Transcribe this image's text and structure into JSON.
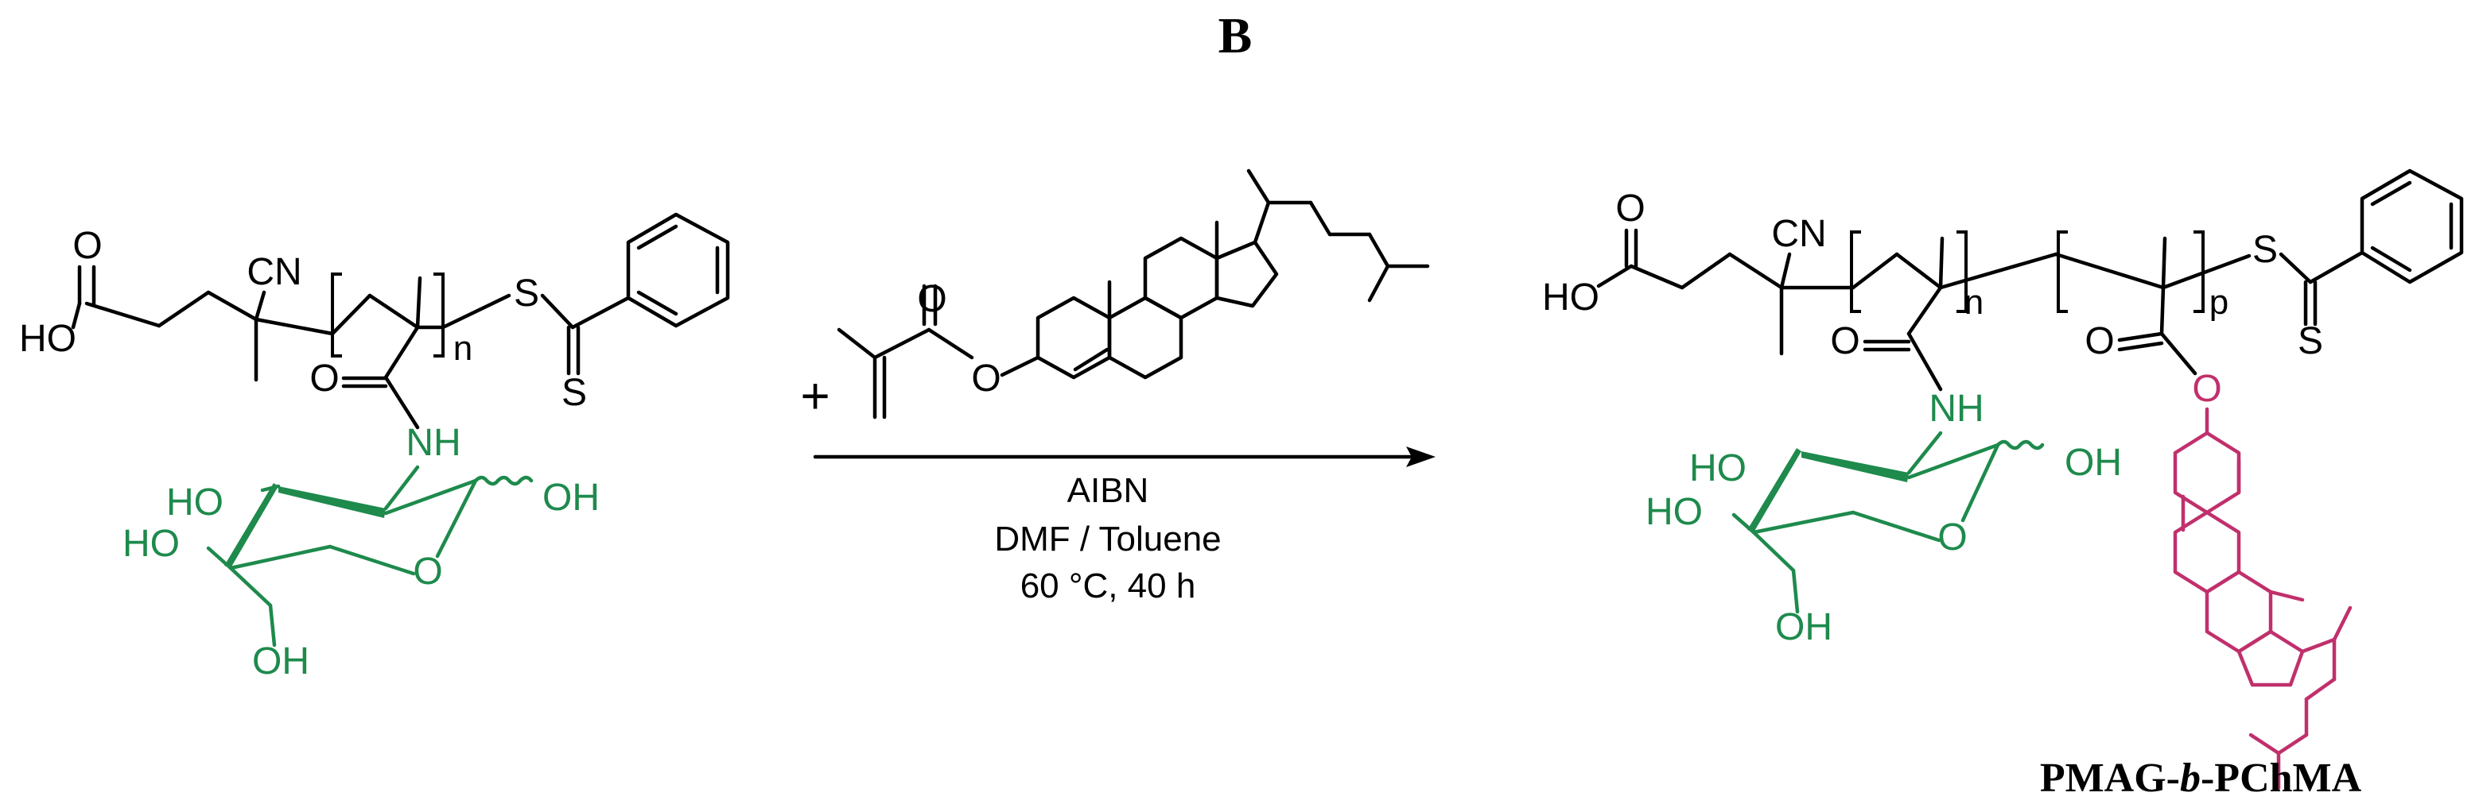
{
  "panel_label": "B",
  "colors": {
    "bond": "#000000",
    "sugar": "#1e8a4c",
    "cholesterol": "#c0306c"
  },
  "reagent_polymer": {
    "labels": {
      "acid_oxygen": "O",
      "hydroxyl": "HO",
      "nitrile": "CN",
      "repeat_subscript": "n",
      "sulfur_single": "S",
      "sulfur_double": "S",
      "amide_oxygen": "O",
      "amide_nh": "NH",
      "sugar_oh_1": "HO",
      "sugar_oh_2": "HO",
      "sugar_oh_anomeric": "OH",
      "ring_oxygen": "O",
      "sugar_oh_primary": "OH"
    }
  },
  "plus_sign": "+",
  "monomer": {
    "labels": {
      "carbonyl_oxygen": "O",
      "ester_oxygen": "O"
    }
  },
  "reaction_conditions": {
    "initiator": "AIBN",
    "solvent": "DMF / Toluene",
    "temperature_time": "60 °C, 40 h"
  },
  "product": {
    "labels": {
      "acid_oxygen": "O",
      "hydroxyl": "HO",
      "nitrile": "CN",
      "repeat_subscript_n": "n",
      "repeat_subscript_p": "p",
      "sulfur_single": "S",
      "sulfur_double": "S",
      "amide_oxygen": "O",
      "ester_carbonyl_oxygen": "O",
      "amide_nh": "NH",
      "sugar_oh_1": "HO",
      "sugar_oh_2": "HO",
      "sugar_oh_anomeric": "OH",
      "ring_oxygen": "O",
      "sugar_oh_primary": "OH",
      "ester_oxygen": "O"
    },
    "name": "PMAG-b-PChMA",
    "name_parts": {
      "prefix": "PMAG-",
      "italic": "b",
      "suffix": "-PChMA"
    }
  }
}
